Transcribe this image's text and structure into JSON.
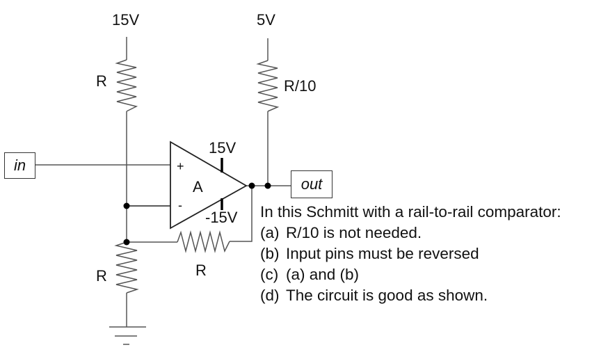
{
  "circuit": {
    "top_left_supply": "15V",
    "top_right_supply": "5V",
    "resistor_top_left": "R",
    "resistor_pullup": "R/10",
    "resistor_bottom_left": "R",
    "resistor_feedback": "R",
    "opamp_label": "A",
    "opamp_plus": "+",
    "opamp_minus": "-",
    "opamp_vpos": "15V",
    "opamp_vneg": "-15V",
    "input_label": "in",
    "output_label": "out"
  },
  "question": {
    "prompt": "In this Schmitt with a rail-to-rail comparator:",
    "options": [
      {
        "key": "(a)",
        "text": "R/10 is not needed."
      },
      {
        "key": "(b)",
        "text": "Input pins must be reversed"
      },
      {
        "key": "(c)",
        "text": "(a) and (b)"
      },
      {
        "key": "(d)",
        "text": "The circuit is good as shown."
      }
    ]
  }
}
